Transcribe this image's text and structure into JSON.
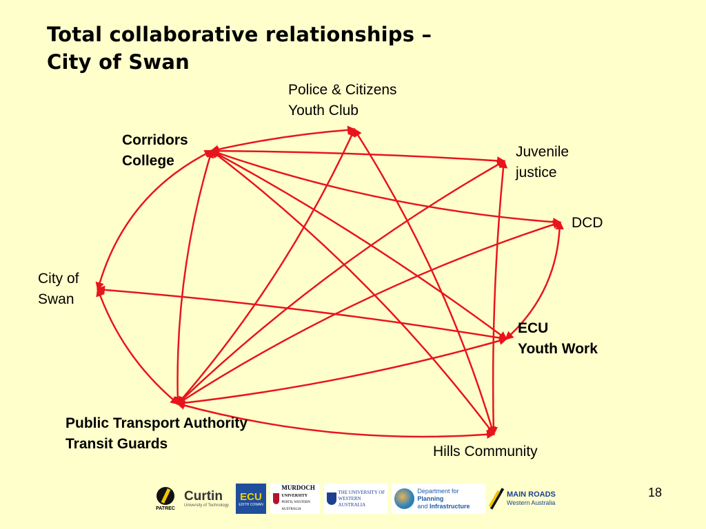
{
  "title": {
    "line1": "Total collaborative relationships –",
    "line2": "City of Swan"
  },
  "nodes": {
    "pcyc": {
      "line1": "Police & Citizens",
      "line2": "Youth Club"
    },
    "corridors": {
      "line1": "Corridors",
      "line2": "College"
    },
    "juvenile": {
      "line1": "Juvenile",
      "line2": "justice"
    },
    "dcd": {
      "line1": "DCD"
    },
    "swan": {
      "line1": "City of",
      "line2": "Swan"
    },
    "ecu": {
      "line1": "ECU",
      "line2": "Youth Work"
    },
    "pta": {
      "line1": "Public Transport Authority",
      "line2": "Transit Guards"
    },
    "hills": {
      "line1": "Hills Community"
    }
  },
  "edge_color": "#e8141c",
  "edges": [
    [
      "corridors",
      "pcyc"
    ],
    [
      "corridors",
      "juvenile"
    ],
    [
      "corridors",
      "dcd"
    ],
    [
      "corridors",
      "ecu"
    ],
    [
      "corridors",
      "hills"
    ],
    [
      "corridors",
      "swan"
    ],
    [
      "corridors",
      "pta"
    ],
    [
      "pcyc",
      "pta"
    ],
    [
      "pcyc",
      "hills"
    ],
    [
      "juvenile",
      "pta"
    ],
    [
      "juvenile",
      "hills"
    ],
    [
      "dcd",
      "pta"
    ],
    [
      "dcd",
      "ecu"
    ],
    [
      "swan",
      "ecu"
    ],
    [
      "swan",
      "pta"
    ],
    [
      "pta",
      "ecu"
    ],
    [
      "pta",
      "hills"
    ]
  ],
  "slide_number": "18",
  "logos": {
    "patrec": "PATREC",
    "curtin_main": "Curtin",
    "curtin_sub": "University of Technology",
    "ecu_main": "ECU",
    "ecu_sub": "EDITH COWAN",
    "murdoch_main": "MURDOCH",
    "murdoch_mid": "UNIVERSITY",
    "murdoch_sub": "PERTH, WESTERN AUSTRALIA",
    "uwa_line1": "THE UNIVERSITY OF",
    "uwa_line2": "WESTERN AUSTRALIA",
    "dpi_line1": "Department for",
    "dpi_bold1": "Planning",
    "dpi_line2": "and",
    "dpi_bold2": "Infrastructure",
    "mrwa_main": "MAIN ROADS",
    "mrwa_sub": "Western Australia"
  }
}
